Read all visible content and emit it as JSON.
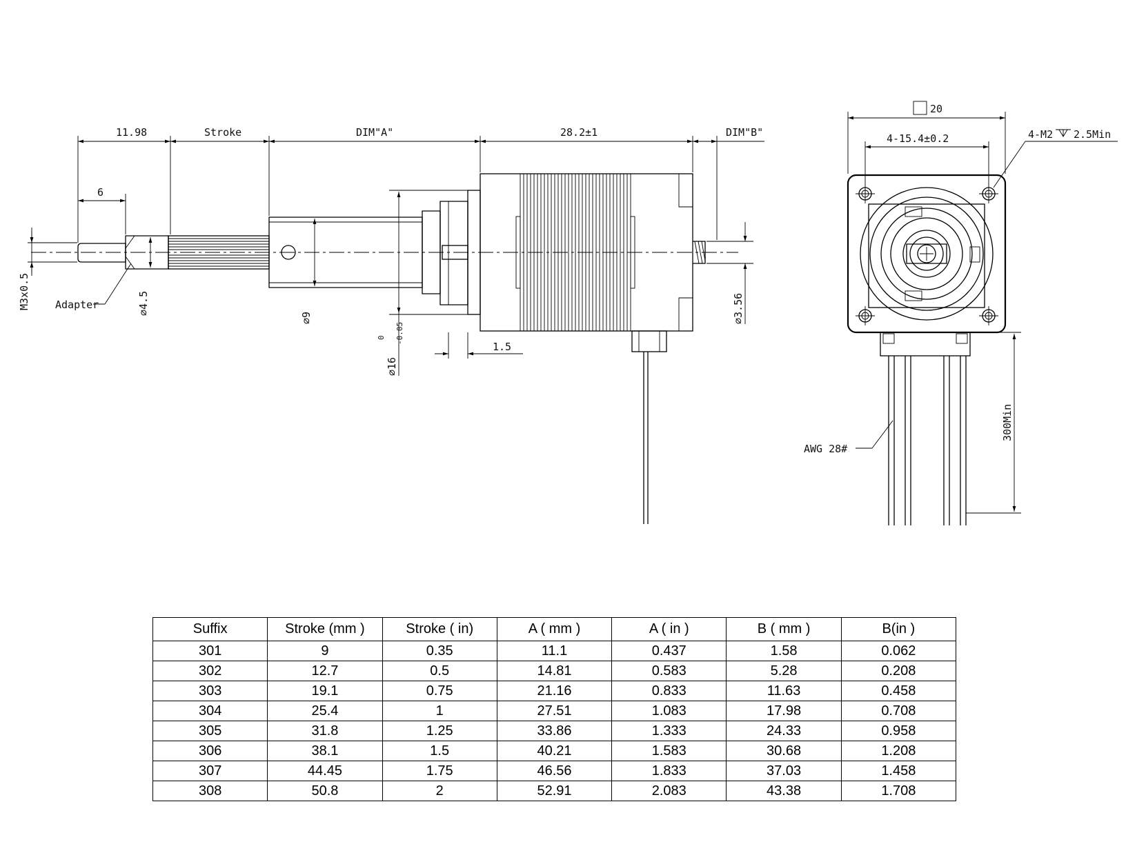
{
  "drawing": {
    "side_view": {
      "dim_11_98": "11.98",
      "dim_stroke": "Stroke",
      "dim_a": "DIM\"A\"",
      "dim_28_2": "28.2±1",
      "dim_b": "DIM\"B\"",
      "dim_6": "6",
      "dim_m3": "M3x0.5",
      "adapter_label": "Adapter",
      "dia_4_5": "⌀4.5",
      "dia_9": "⌀9",
      "dia_16": "⌀16",
      "dia_16_tol_upper": "0",
      "dia_16_tol_lower": "-0.05",
      "dim_1_5": "1.5",
      "dia_3_56": "⌀3.56"
    },
    "end_view": {
      "dim_20": "20",
      "dim_hole_spacing": "4-15.4±0.2",
      "dim_holes": "4-M2",
      "dim_hole_depth": "2.5Min",
      "wire_label": "AWG 28#",
      "lead_length": "300Min"
    }
  },
  "table": {
    "headers": [
      "Suffix",
      "Stroke (mm )",
      "Stroke ( in)",
      "A ( mm )",
      "A ( in )",
      "B ( mm )",
      "B(in )"
    ],
    "rows": [
      [
        "301",
        "9",
        "0.35",
        "11.1",
        "0.437",
        "1.58",
        "0.062"
      ],
      [
        "302",
        "12.7",
        "0.5",
        "14.81",
        "0.583",
        "5.28",
        "0.208"
      ],
      [
        "303",
        "19.1",
        "0.75",
        "21.16",
        "0.833",
        "11.63",
        "0.458"
      ],
      [
        "304",
        "25.4",
        "1",
        "27.51",
        "1.083",
        "17.98",
        "0.708"
      ],
      [
        "305",
        "31.8",
        "1.25",
        "33.86",
        "1.333",
        "24.33",
        "0.958"
      ],
      [
        "306",
        "38.1",
        "1.5",
        "40.21",
        "1.583",
        "30.68",
        "1.208"
      ],
      [
        "307",
        "44.45",
        "1.75",
        "46.56",
        "1.833",
        "37.03",
        "1.458"
      ],
      [
        "308",
        "50.8",
        "2",
        "52.91",
        "2.083",
        "43.38",
        "1.708"
      ]
    ]
  }
}
